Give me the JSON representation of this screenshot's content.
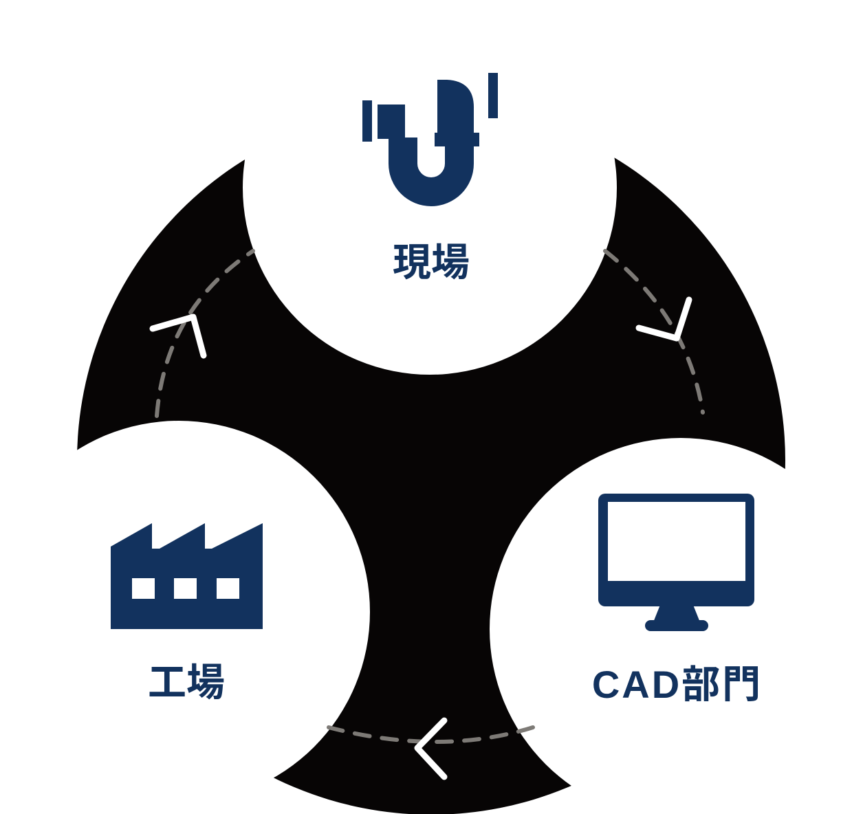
{
  "colors": {
    "background": "#ffffff",
    "blob": "#070505",
    "icon": "#12325e",
    "label": "#12325e",
    "dashed_path": "#7d7a76",
    "arrow": "#ffffff"
  },
  "nodes": {
    "site": {
      "label": "現場",
      "icon": "pipe-trap-icon"
    },
    "factory": {
      "label": "工場",
      "icon": "factory-icon"
    },
    "cad": {
      "label": "CAD部門",
      "icon": "monitor-icon"
    }
  },
  "flows": [
    {
      "from": "site",
      "to": "cad"
    },
    {
      "from": "cad",
      "to": "factory"
    },
    {
      "from": "factory",
      "to": "site"
    }
  ]
}
